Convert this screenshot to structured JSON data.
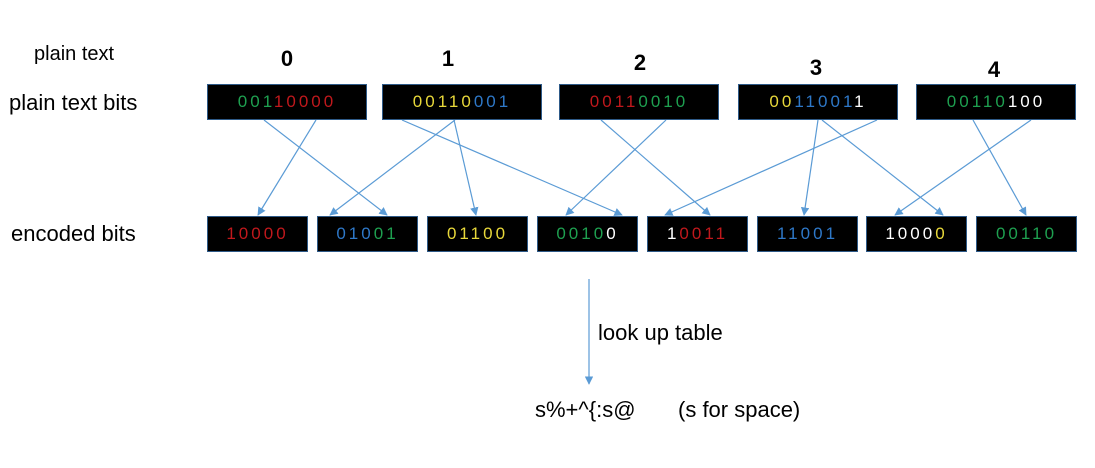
{
  "labels": {
    "plain_text": "plain text",
    "plain_text_bits": "plain text bits",
    "encoded_bits": "encoded bits",
    "lookup": "look up table",
    "result": "s%+^{:s@",
    "result_note": "(s for space)"
  },
  "colors": {
    "green": "#1ea050",
    "red": "#c0181c",
    "yellow": "#e8d83a",
    "blue": "#2e78c8",
    "white": "#ffffff",
    "line": "#5b9bd5"
  },
  "plain_text_chars": [
    "0",
    "1",
    "2",
    "3",
    "4"
  ],
  "plain_bits": [
    {
      "char": "0",
      "bits": [
        {
          "b": "0",
          "c": "green"
        },
        {
          "b": "0",
          "c": "green"
        },
        {
          "b": "1",
          "c": "green"
        },
        {
          "b": "1",
          "c": "red"
        },
        {
          "b": "0",
          "c": "red"
        },
        {
          "b": "0",
          "c": "red"
        },
        {
          "b": "0",
          "c": "red"
        },
        {
          "b": "0",
          "c": "red"
        }
      ]
    },
    {
      "char": "1",
      "bits": [
        {
          "b": "0",
          "c": "yellow"
        },
        {
          "b": "0",
          "c": "yellow"
        },
        {
          "b": "1",
          "c": "yellow"
        },
        {
          "b": "1",
          "c": "yellow"
        },
        {
          "b": "0",
          "c": "yellow"
        },
        {
          "b": "0",
          "c": "blue"
        },
        {
          "b": "0",
          "c": "blue"
        },
        {
          "b": "1",
          "c": "blue"
        }
      ]
    },
    {
      "char": "2",
      "bits": [
        {
          "b": "0",
          "c": "red"
        },
        {
          "b": "0",
          "c": "red"
        },
        {
          "b": "1",
          "c": "red"
        },
        {
          "b": "1",
          "c": "red"
        },
        {
          "b": "0",
          "c": "green"
        },
        {
          "b": "0",
          "c": "green"
        },
        {
          "b": "1",
          "c": "green"
        },
        {
          "b": "0",
          "c": "green"
        }
      ]
    },
    {
      "char": "3",
      "bits": [
        {
          "b": "0",
          "c": "yellow"
        },
        {
          "b": "0",
          "c": "yellow"
        },
        {
          "b": "1",
          "c": "blue"
        },
        {
          "b": "1",
          "c": "blue"
        },
        {
          "b": "0",
          "c": "blue"
        },
        {
          "b": "0",
          "c": "blue"
        },
        {
          "b": "1",
          "c": "blue"
        },
        {
          "b": "1",
          "c": "white"
        }
      ]
    },
    {
      "char": "4",
      "bits": [
        {
          "b": "0",
          "c": "green"
        },
        {
          "b": "0",
          "c": "green"
        },
        {
          "b": "1",
          "c": "green"
        },
        {
          "b": "1",
          "c": "green"
        },
        {
          "b": "0",
          "c": "green"
        },
        {
          "b": "1",
          "c": "white"
        },
        {
          "b": "0",
          "c": "white"
        },
        {
          "b": "0",
          "c": "white"
        }
      ]
    }
  ],
  "encoded_bits": [
    {
      "bits": [
        {
          "b": "1",
          "c": "red"
        },
        {
          "b": "0",
          "c": "red"
        },
        {
          "b": "0",
          "c": "red"
        },
        {
          "b": "0",
          "c": "red"
        },
        {
          "b": "0",
          "c": "red"
        }
      ]
    },
    {
      "bits": [
        {
          "b": "0",
          "c": "blue"
        },
        {
          "b": "1",
          "c": "blue"
        },
        {
          "b": "0",
          "c": "blue"
        },
        {
          "b": "0",
          "c": "green"
        },
        {
          "b": "1",
          "c": "green"
        }
      ]
    },
    {
      "bits": [
        {
          "b": "0",
          "c": "yellow"
        },
        {
          "b": "1",
          "c": "yellow"
        },
        {
          "b": "1",
          "c": "yellow"
        },
        {
          "b": "0",
          "c": "yellow"
        },
        {
          "b": "0",
          "c": "yellow"
        }
      ]
    },
    {
      "bits": [
        {
          "b": "0",
          "c": "green"
        },
        {
          "b": "0",
          "c": "green"
        },
        {
          "b": "1",
          "c": "green"
        },
        {
          "b": "0",
          "c": "green"
        },
        {
          "b": "0",
          "c": "white"
        }
      ]
    },
    {
      "bits": [
        {
          "b": "1",
          "c": "white"
        },
        {
          "b": "0",
          "c": "red"
        },
        {
          "b": "0",
          "c": "red"
        },
        {
          "b": "1",
          "c": "red"
        },
        {
          "b": "1",
          "c": "red"
        }
      ]
    },
    {
      "bits": [
        {
          "b": "1",
          "c": "blue"
        },
        {
          "b": "1",
          "c": "blue"
        },
        {
          "b": "0",
          "c": "blue"
        },
        {
          "b": "0",
          "c": "blue"
        },
        {
          "b": "1",
          "c": "blue"
        }
      ]
    },
    {
      "bits": [
        {
          "b": "1",
          "c": "white"
        },
        {
          "b": "0",
          "c": "white"
        },
        {
          "b": "0",
          "c": "white"
        },
        {
          "b": "0",
          "c": "white"
        },
        {
          "b": "0",
          "c": "yellow"
        }
      ]
    },
    {
      "bits": [
        {
          "b": "0",
          "c": "green"
        },
        {
          "b": "0",
          "c": "green"
        },
        {
          "b": "1",
          "c": "green"
        },
        {
          "b": "1",
          "c": "green"
        },
        {
          "b": "0",
          "c": "green"
        }
      ]
    }
  ]
}
